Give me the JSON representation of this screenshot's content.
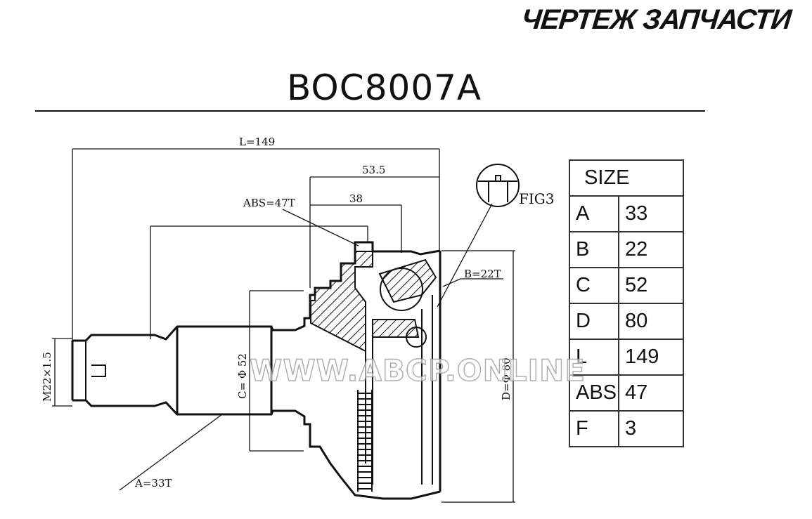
{
  "header": {
    "title": "ЧЕРТЕЖ ЗАПЧАСТИ",
    "part_number": "BOC8007A"
  },
  "drawing": {
    "dim_L": "L=149",
    "dim_535": "53.5",
    "dim_38": "38",
    "dim_abs": "ABS=47T",
    "dim_fig": "FIG3",
    "dim_b": "B=22T",
    "dim_thread": "M22×1.5",
    "dim_c": "C= Φ 52",
    "dim_d": "D=Φ 80",
    "dim_a": "A=33T",
    "watermark": "WWW.ABCP.ONLINE"
  },
  "size_table": {
    "header": "SIZE",
    "rows": [
      {
        "key": "A",
        "value": "33"
      },
      {
        "key": "B",
        "value": "22"
      },
      {
        "key": "C",
        "value": "52"
      },
      {
        "key": "D",
        "value": "80"
      },
      {
        "key": "L",
        "value": "149"
      },
      {
        "key": "ABS",
        "value": "47"
      },
      {
        "key": "F",
        "value": "3"
      }
    ]
  }
}
